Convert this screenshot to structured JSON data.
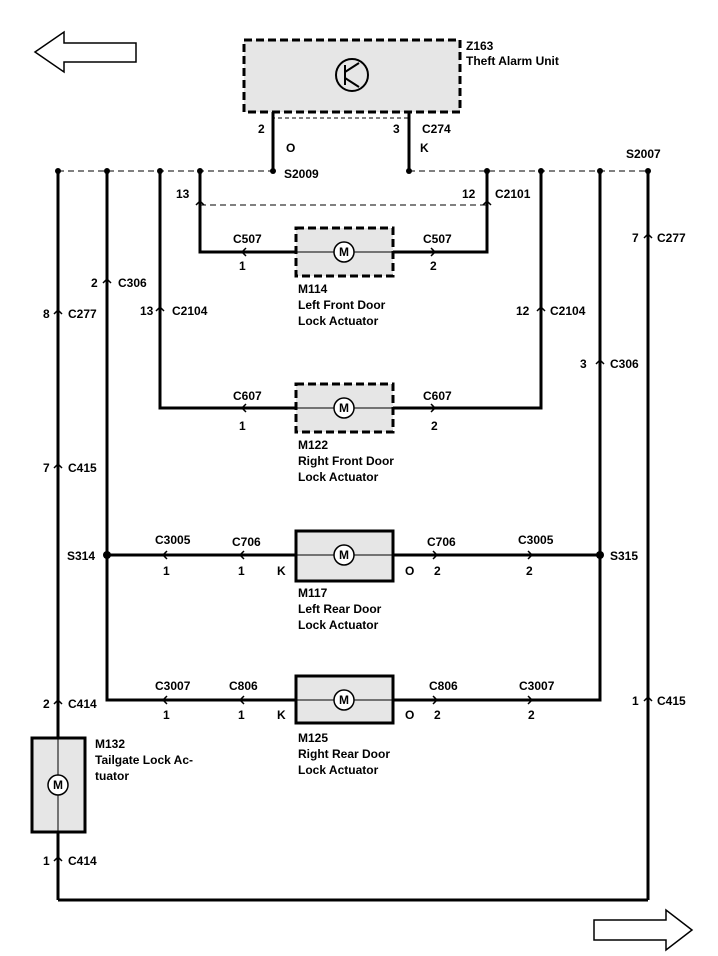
{
  "components": {
    "z163": {
      "id": "Z163",
      "name": "Theft Alarm Unit",
      "pin2": "2",
      "pin3": "3",
      "conn": "C274",
      "wire2": "O",
      "wire3": "K"
    },
    "m114": {
      "id": "M114",
      "name1": "Left Front Door",
      "name2": "Lock Actuator",
      "conn": "C507",
      "pin1": "1",
      "pin2": "2"
    },
    "m122": {
      "id": "M122",
      "name1": "Right Front Door",
      "name2": "Lock Actuator",
      "conn": "C607",
      "pin1": "1",
      "pin2": "2"
    },
    "m117": {
      "id": "M117",
      "name1": "Left Rear Door",
      "name2": "Lock Actuator",
      "conn": "C706",
      "pin1": "1",
      "pin2": "2",
      "wireL": "K",
      "wireR": "O"
    },
    "m125": {
      "id": "M125",
      "name1": "Right Rear Door",
      "name2": "Lock Actuator",
      "conn": "C806",
      "pin1": "1",
      "pin2": "2",
      "wireL": "K",
      "wireR": "O"
    },
    "m132": {
      "id": "M132",
      "name1": "Tailgate Lock Ac-",
      "name2": "tuator"
    }
  },
  "motor_symbol": "M",
  "splices": {
    "s2009": "S2009",
    "s2007": "S2007",
    "s314": "S314",
    "s315": "S315"
  },
  "connectors": {
    "c2101": {
      "pinL": "13",
      "pinR": "12",
      "name": "C2101"
    },
    "c306L": {
      "pin": "2",
      "name": "C306"
    },
    "c306R": {
      "pin": "3",
      "name": "C306"
    },
    "c277L": {
      "pin": "8",
      "name": "C277"
    },
    "c277R": {
      "pin": "7",
      "name": "C277"
    },
    "c2104L": {
      "pin": "13",
      "name": "C2104"
    },
    "c2104R": {
      "pin": "12",
      "name": "C2104"
    },
    "c415L": {
      "pin": "7",
      "name": "C415"
    },
    "c415R": {
      "pin": "1",
      "name": "C415"
    },
    "c3005": {
      "name": "C3005",
      "pinL": "1",
      "pinR": "2"
    },
    "c3007": {
      "name": "C3007",
      "pinL": "1",
      "pinR": "2"
    },
    "c414top": {
      "pin": "2",
      "name": "C414"
    },
    "c414bot": {
      "pin": "1",
      "name": "C414"
    }
  },
  "icons": {
    "arrow_top": "left-arrow-icon",
    "arrow_bottom": "right-arrow-icon"
  }
}
